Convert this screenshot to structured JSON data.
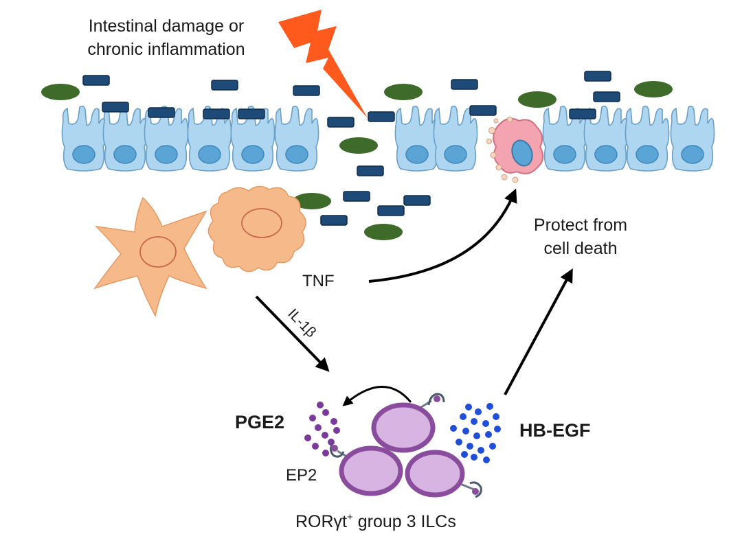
{
  "labels": {
    "insult_line1": "Intestinal damage or",
    "insult_line2": "chronic inflammation",
    "protect_line1": "Protect from",
    "protect_line2": "cell death",
    "tnf": "TNF",
    "il1b": "IL-1β",
    "pge2": "PGE2",
    "hbegf": "HB-EGF",
    "ep2": "EP2",
    "ilc_prefix": "RORγt",
    "ilc_sup": "+",
    "ilc_suffix": " group 3 ILCs"
  },
  "colors": {
    "epithelium": "#aed6f0",
    "epithelium_stroke": "#6a9fc6",
    "nucleus": "#5aa5d6",
    "dying_cell": "#f4a3b0",
    "bacteria_rod": "#1e4a78",
    "bacteria_oval": "#3f6b2a",
    "myeloid": "#f6b98a",
    "lightning": "#ff5a1e",
    "ilc_ring": "#8a4c9c",
    "ilc_fill": "#d8b4e2",
    "pge2_dot": "#7a3a9a",
    "hbegf_dot": "#1f4fd8"
  }
}
